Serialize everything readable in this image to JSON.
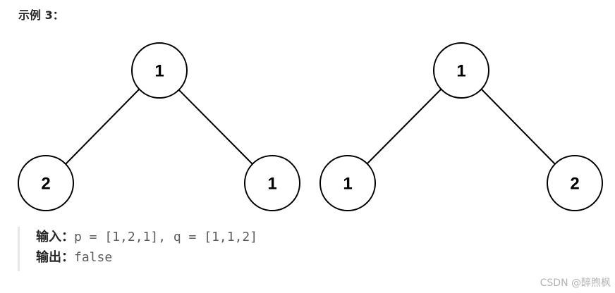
{
  "heading": "示例 3：",
  "trees": [
    {
      "root": "1",
      "left": "2",
      "right": "1"
    },
    {
      "root": "1",
      "left": "1",
      "right": "2"
    }
  ],
  "example": {
    "input_label": "输入：",
    "input_value": "p = [1,2,1], q = [1,1,2]",
    "output_label": "输出：",
    "output_value": "false"
  },
  "watermark": "CSDN @醉煦枫"
}
